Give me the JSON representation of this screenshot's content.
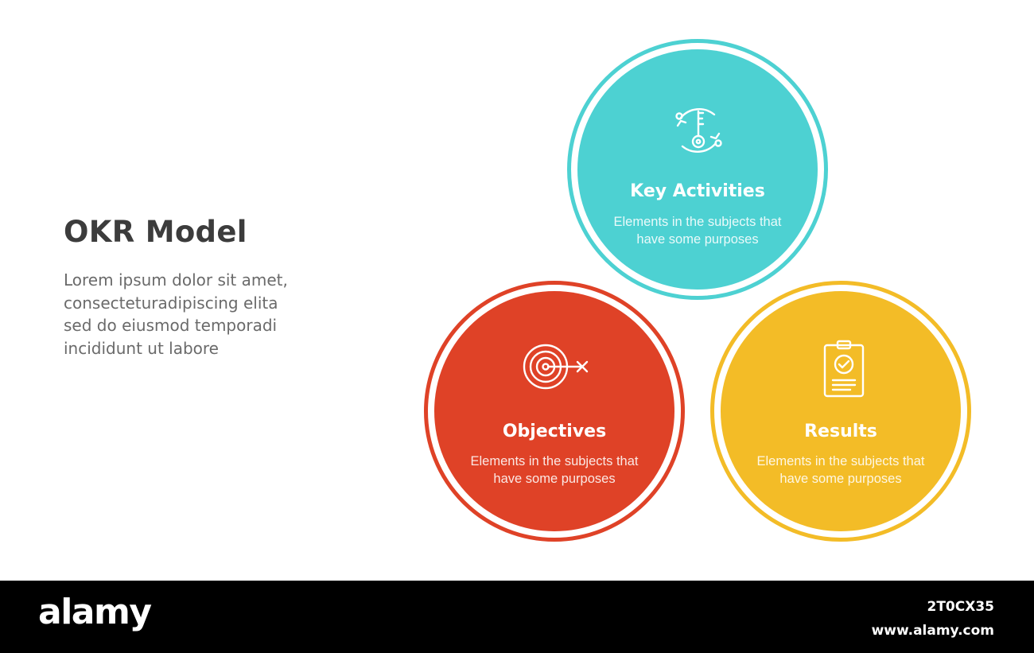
{
  "title": "OKR Model",
  "description": [
    "Lorem ipsum dolor sit amet,",
    "consecteturadipiscing elita",
    "sed do eiusmod temporadi",
    "incididunt ut labore"
  ],
  "nodes": {
    "key_activities": {
      "label": "Key Activities",
      "text": [
        "Elements in the subjects that",
        "have  some purposes"
      ],
      "color": "#4dd1d2",
      "icon": "key-cycle-icon"
    },
    "objectives": {
      "label": "Objectives",
      "text": [
        "Elements in the subjects that",
        "have  some purposes"
      ],
      "color": "#df4227",
      "icon": "target-icon"
    },
    "results": {
      "label": "Results",
      "text": [
        "Elements in the subjects that",
        "have  some purposes"
      ],
      "color": "#f3bc27",
      "icon": "clipboard-check-icon"
    }
  },
  "footer": {
    "brand": "alamy",
    "image_id": "2T0CX35",
    "site": "www.alamy.com"
  }
}
